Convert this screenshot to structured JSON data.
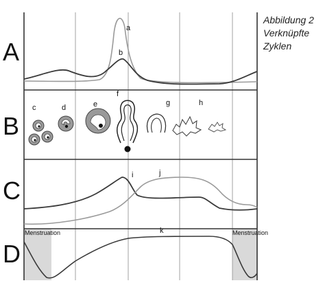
{
  "caption": {
    "line1": "Abbildung 2",
    "line2": "Verknüpfte",
    "line3": "Zyklen"
  },
  "rows": {
    "a": "A",
    "b": "B",
    "c": "C",
    "d": "D"
  },
  "labels": {
    "a": "a",
    "b": "b",
    "c": "c",
    "d": "d",
    "e": "e",
    "f": "f",
    "g": "g",
    "h": "h",
    "i": "i",
    "j": "j",
    "k": "k"
  },
  "menstruation_left": "Menstruation",
  "menstruation_right": "Menstruation",
  "colors": {
    "dark_curve": "#3a3a3a",
    "light_curve": "#9a9a9a",
    "grid": "#9a9a9a",
    "frame": "#333333",
    "shade": "#d9d9d9"
  }
}
